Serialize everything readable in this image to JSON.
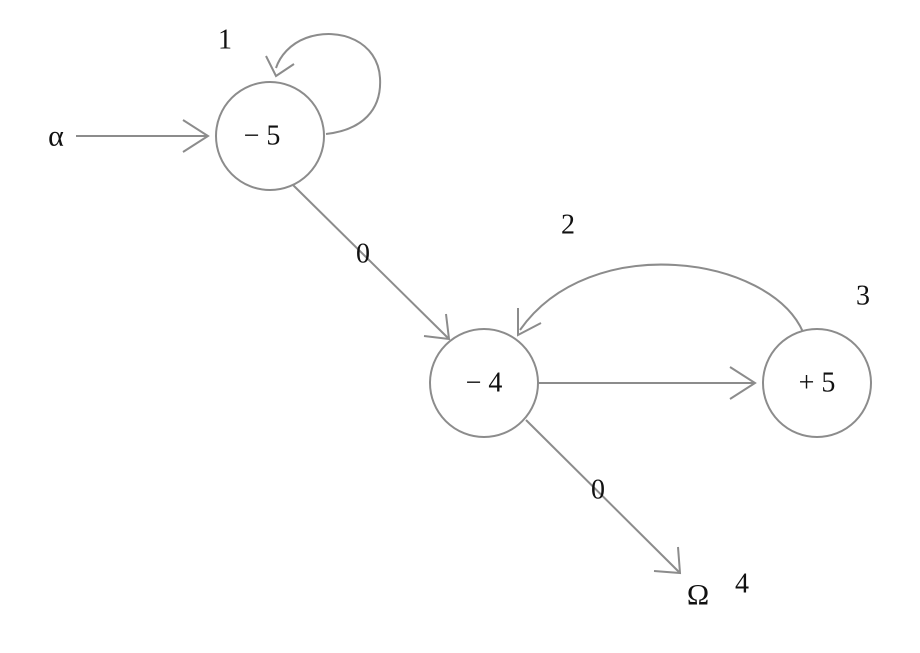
{
  "colors": {
    "stroke": "#8c8c8c",
    "text": "#111111",
    "background": "#ffffff"
  },
  "start_label": "α",
  "end_label": "Ω",
  "nodes": [
    {
      "id": "n1",
      "weight": "− 5",
      "index": "1"
    },
    {
      "id": "n2",
      "weight": "− 4",
      "index": "2"
    },
    {
      "id": "n3",
      "weight": "+ 5",
      "index": "3"
    },
    {
      "id": "n4",
      "index": "4"
    }
  ],
  "edges": [
    {
      "from": "α",
      "to": "n1",
      "label": ""
    },
    {
      "from": "n1",
      "to": "n1",
      "label": ""
    },
    {
      "from": "n1",
      "to": "n2",
      "label": "0"
    },
    {
      "from": "n2",
      "to": "n3",
      "label": ""
    },
    {
      "from": "n3",
      "to": "n2",
      "label": ""
    },
    {
      "from": "n2",
      "to": "Ω",
      "label": "0"
    }
  ]
}
